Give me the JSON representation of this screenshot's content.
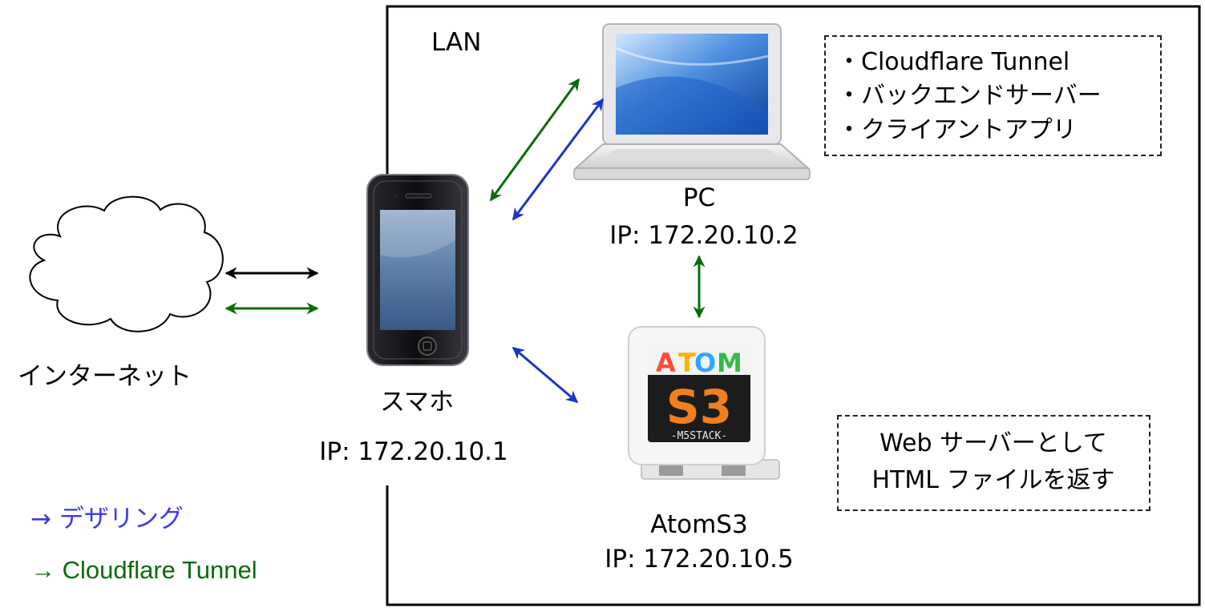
{
  "lan": {
    "label": "LAN"
  },
  "internet": {
    "label": "インターネット"
  },
  "smartphone": {
    "name": "スマホ",
    "ip": "IP: 172.20.10.1"
  },
  "pc": {
    "name": "PC",
    "ip": "IP: 172.20.10.2",
    "roles": [
      "・Cloudflare Tunnel",
      "・バックエンドサーバー",
      "・クライアントアプリ"
    ]
  },
  "atom": {
    "name": "AtomS3",
    "ip": "IP: 172.20.10.5",
    "device_text": {
      "top": "ATOM",
      "main": "S3",
      "bottom": "-M5STACK-"
    },
    "note": [
      "Web サーバーとして",
      "HTML ファイルを返す"
    ]
  },
  "legend": {
    "tethering": "→ デザリング",
    "tunnel": "→ Cloudflare Tunnel"
  },
  "colors": {
    "tethering": "#1a35c8",
    "tunnel": "#0b6b0b",
    "internet_link": "#000000",
    "legend_tethering": "#3b3bea",
    "legend_tunnel": "#0b6b0b"
  }
}
